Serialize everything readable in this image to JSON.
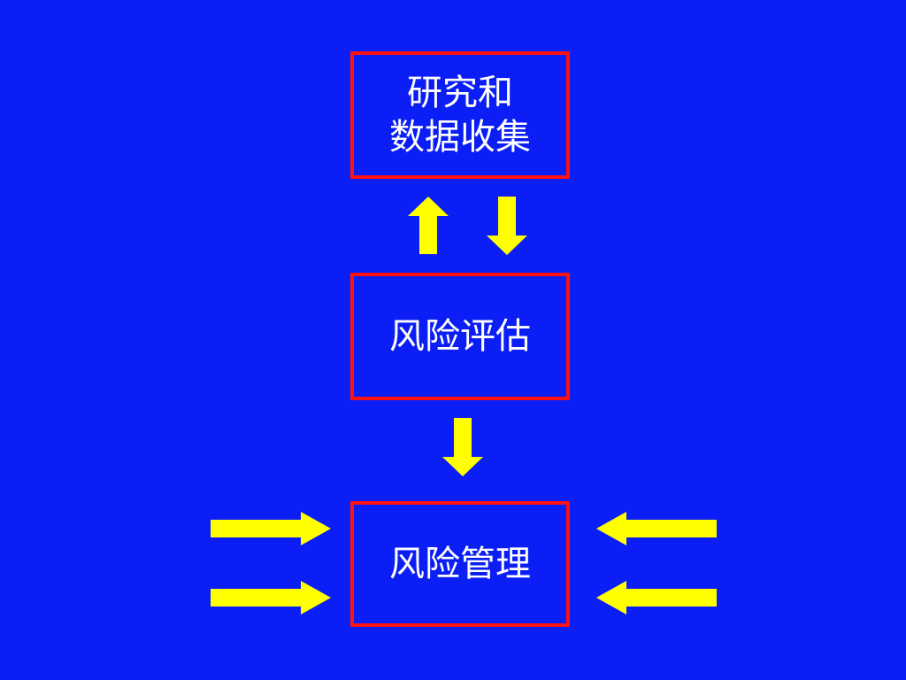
{
  "colors": {
    "background": "#0a1ef5",
    "box_border": "#ff1111",
    "box_fill": "#0a1ef5",
    "text": "#ffffff",
    "arrow": "#ffff00"
  },
  "boxes": {
    "research": {
      "line1": "研究和",
      "line2": "数据收集"
    },
    "assessment": {
      "label": "风险评估"
    },
    "management": {
      "label": "风险管理"
    }
  },
  "arrows": {
    "icon": "block-arrow"
  }
}
